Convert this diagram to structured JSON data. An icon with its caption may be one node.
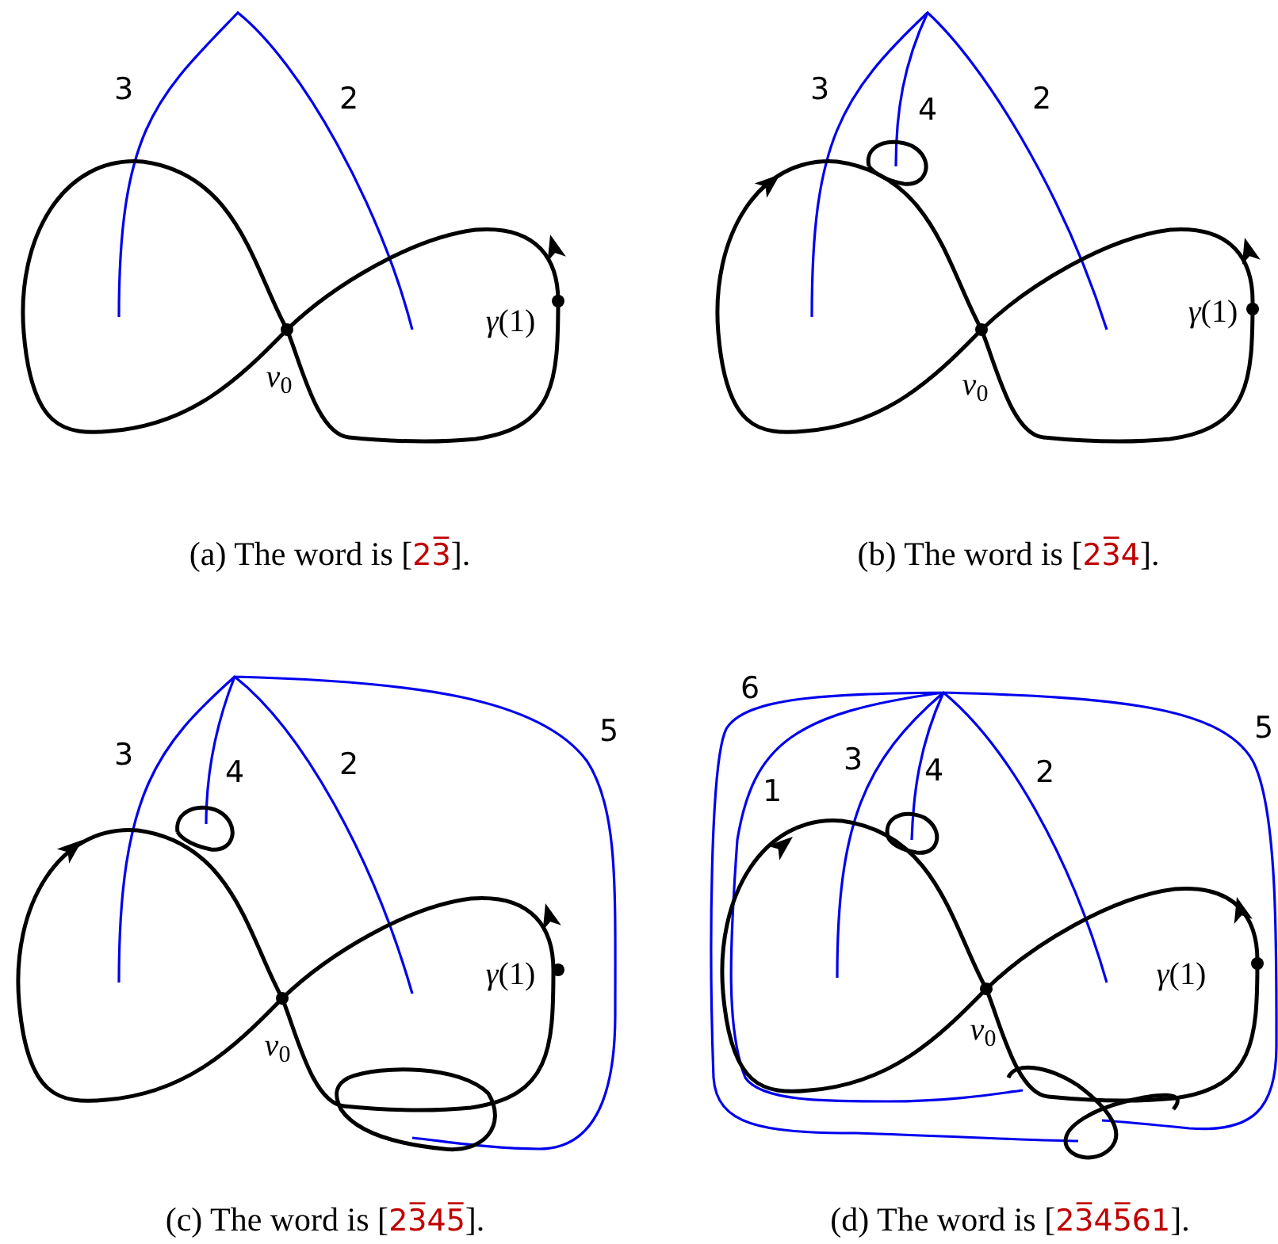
{
  "diagram": {
    "labels": [
      "3",
      "2",
      "*γ*(1)",
      "*v*$_{0}$",
      "(a) The word is [23̅].",
      "3",
      "4",
      "2",
      "*γ*(1)",
      "*v*$_{0}$",
      "(b) The word is [23̅4].",
      "3",
      "4",
      "2",
      "5",
      "*γ*(1)",
      "*v*$_{0}$",
      "(c) The word is [23̅45̅].",
      "6",
      "3",
      "4",
      "2",
      "5",
      "1",
      "*γ*(1)",
      "*v*$_{0}$",
      "(d) The word is [23̅45̅61]."
    ]
  }
}
